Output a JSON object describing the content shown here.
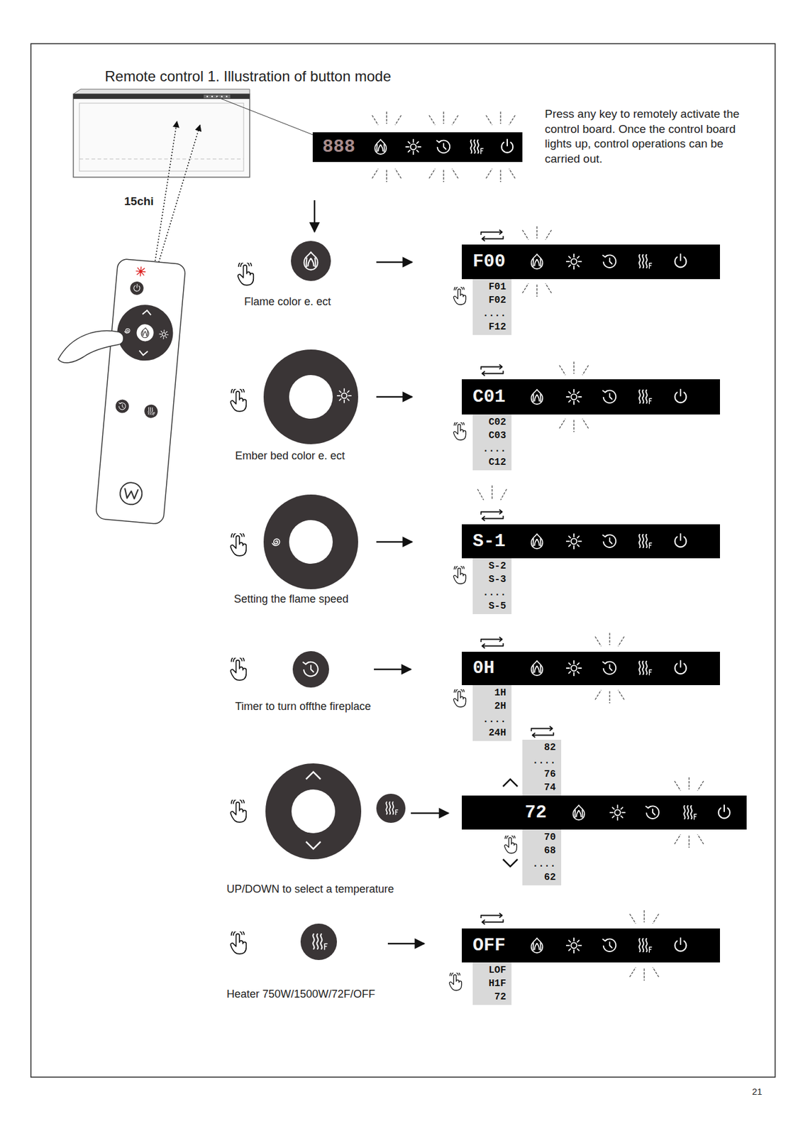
{
  "diagram": {
    "title": "Remote control 1. Illustration of button mode",
    "nodes": [
      {
        "text": [
          "888"
        ]
      },
      {
        "text": [
          "F00"
        ]
      },
      {
        "text": [
          "F01",
          "F02",
          "....",
          "F12"
        ]
      },
      {
        "text": [
          "C01"
        ]
      },
      {
        "text": [
          "C02",
          "C03",
          "....",
          "C12"
        ]
      },
      {
        "text": [
          "S-1"
        ]
      },
      {
        "text": [
          "S-2",
          "S-3",
          "....",
          "S-5"
        ]
      },
      {
        "text": [
          "0H"
        ]
      },
      {
        "text": [
          "1H",
          "2H",
          "....",
          "24H"
        ]
      },
      {
        "text": [
          "82",
          "....",
          "76",
          "74"
        ]
      },
      {
        "text": [
          "72"
        ]
      },
      {
        "text": [
          "70",
          "68",
          "....",
          "62"
        ]
      },
      {
        "text": [
          "OFF"
        ]
      },
      {
        "text": [
          "LOF",
          "H1F",
          "72"
        ]
      }
    ],
    "labels": [
      "Press any key to remotely activate the control board. Once the control board lights up, control operations can be carried out.",
      "15chi",
      "Flame color e. ect",
      "Ember bed color e. ect",
      "Setting the flame speed",
      "Timer to turn offthe fireplace",
      "UP/DOWN to select a temperature",
      "Heater 750W/1500W/72F/OFF",
      "21"
    ]
  }
}
